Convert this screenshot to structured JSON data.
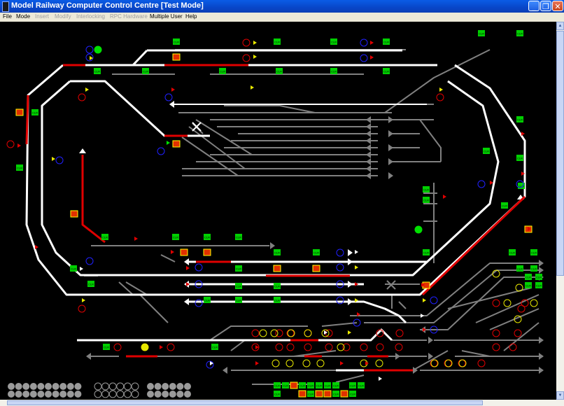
{
  "window": {
    "title": "Model Railway Computer Control Centre [Test Mode]",
    "minimize_glyph": "_",
    "restore_glyph": "❐",
    "close_glyph": "✕"
  },
  "menu": [
    "File",
    "Mode",
    "Insert",
    "Modify",
    "Interlocking",
    "RPC Hardware",
    "Multiple User",
    "Help"
  ],
  "menu_disabled": [
    "Insert",
    "Modify",
    "Interlocking",
    "RPC Hardware"
  ],
  "diagram": {
    "block_label": "CLR",
    "colors": {
      "background": "#000000",
      "track_idle": "#808080",
      "track_route": "#ffffff",
      "track_occupied": "#e00000",
      "block_clear": "#00d000",
      "block_occupied": "#e03000",
      "signal_red": "#e00000",
      "signal_blue": "#2020ff",
      "signal_yellow": "#e8e800",
      "signal_green": "#00e000"
    }
  }
}
